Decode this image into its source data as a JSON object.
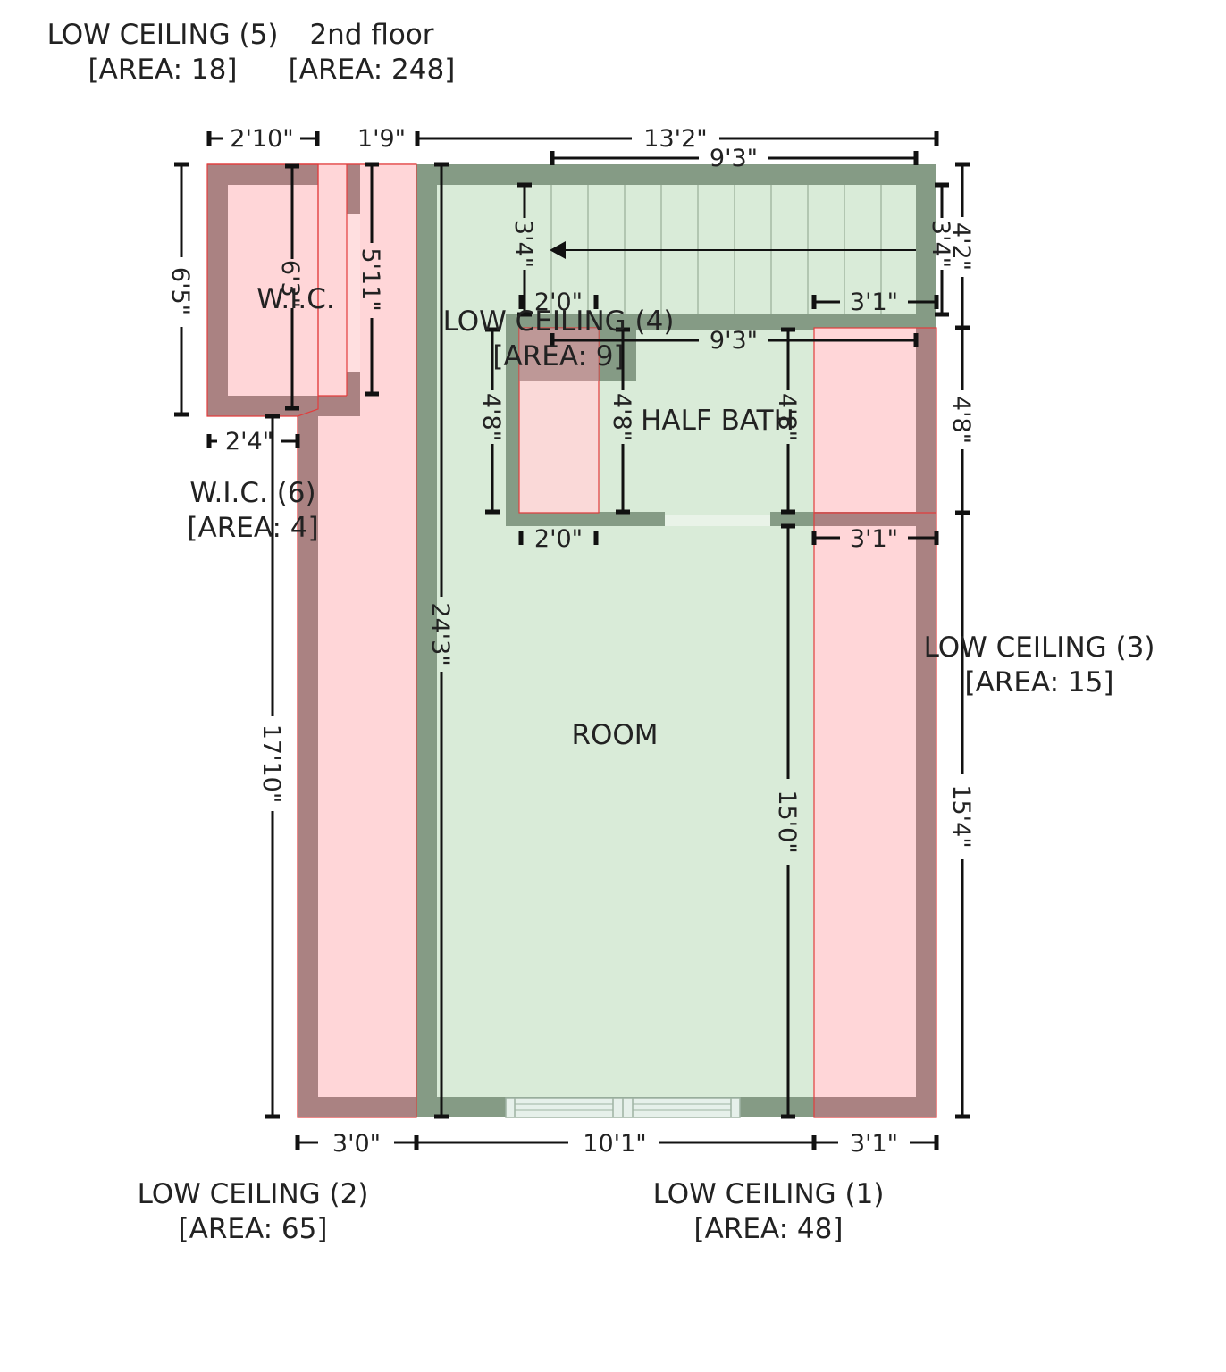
{
  "colors": {
    "room_fill": "#d9ebd8",
    "room_wall": "#859b85",
    "low_ceiling_fill": "#ffd6d8",
    "low_ceiling_wall": "#aa8282",
    "low_ceiling_outline": "#e23c3c",
    "dimension_line": "#111111",
    "text": "#222222",
    "background": "#ffffff"
  },
  "labels": {
    "floor_name": "2nd floor",
    "floor_area": "[AREA: 248]",
    "lc5_name": "LOW CEILING (5)",
    "lc5_area": "[AREA: 18]",
    "lc4_name": "LOW CEILING (4)",
    "lc4_area": "[AREA: 9]",
    "lc3_name": "LOW CEILING (3)",
    "lc3_area": "[AREA: 15]",
    "lc2_name": "LOW CEILING (2)",
    "lc2_area": "[AREA: 65]",
    "lc1_name": "LOW CEILING (1)",
    "lc1_area": "[AREA: 48]",
    "wic6_name": "W.I.C. (6)",
    "wic6_area": "[AREA: 4]",
    "wic": "W.I.C.",
    "half_bath": "HALF BATH",
    "room": "ROOM"
  },
  "dimensions": {
    "wic_top_width": "2'10\"",
    "gap_top_width": "1'9\"",
    "overall_top_width": "13'2\"",
    "stair_top_width": "9'3\"",
    "wic_height": "6'5\"",
    "wic_inner_height": "6'3\"",
    "closet_height": "5'11\"",
    "stair_depth": "3'4\"",
    "stair_depth_right": "3'4\"",
    "right_upper_height": "4'2\"",
    "bath_top_width_left": "2'0\"",
    "bath_top_width_right": "3'1\"",
    "bath_mid_width": "9'3\"",
    "bath_left_height": "4'8\"",
    "bath_inner_height": "4'8\"",
    "bath_right_height": "4'8\"",
    "right_mid_height": "4'8\"",
    "bath_bottom_width_left": "2'0\"",
    "bath_bottom_width_right": "3'1\"",
    "wic_bottom_width": "2'4\"",
    "left_height": "17'10\"",
    "room_height": "24'3\"",
    "room_lower_height": "15'0\"",
    "right_lower_height": "15'4\"",
    "bottom_left_width": "3'0\"",
    "bottom_mid_width": "10'1\"",
    "bottom_right_width": "3'1\""
  }
}
